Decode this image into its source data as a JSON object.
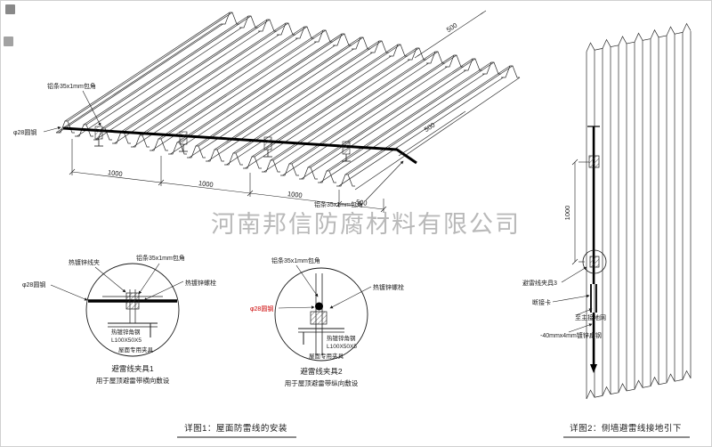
{
  "watermark": "河南邦信防腐材料有限公司",
  "roof": {
    "labels": {
      "strip_top": "铝条35x1mm包角",
      "round_steel": "φ28圆钢",
      "strip_bottom": "铝条35x1mm包角"
    },
    "dims": [
      "1000",
      "1000",
      "1000",
      "500",
      "500",
      "500"
    ]
  },
  "clamp1": {
    "labels": {
      "wire_clip": "热镀锌线夹",
      "strip": "铝条35x1mm包角",
      "bolt": "热镀锌螺栓",
      "round_steel": "φ28圆钢",
      "angle_steel": "热镀锌角钢",
      "angle_spec": "L100X50X5",
      "roof_fixture": "屋面专用夹具"
    },
    "title": "避雷线夹具1",
    "subtitle": "用于屋顶避雷带横向敷设"
  },
  "clamp2": {
    "labels": {
      "strip": "铝条35x1mm包角",
      "bolt": "热镀锌螺栓",
      "round_steel": "φ28圆钢",
      "angle_steel": "热镀锌角钢",
      "angle_spec": "L100X50X5",
      "roof_fixture": "屋面专用夹具"
    },
    "title": "避雷线夹具2",
    "subtitle": "用于屋顶避雷带纵向敷设"
  },
  "wall": {
    "labels": {
      "clamp3": "避雷线夹具3",
      "disconnect": "断接卡",
      "to_ground": "至主接地网",
      "flat_steel": "-40mmx4mm镀锌扁钢"
    },
    "dim": "1000"
  },
  "captions": {
    "detail1": "详图1：屋面防雷线的安装",
    "detail2": "详图2：侧墙避雷线接地引下"
  },
  "colors": {
    "ink": "#1a1a1a",
    "red": "#cc0000",
    "watermark": "#adadad"
  }
}
